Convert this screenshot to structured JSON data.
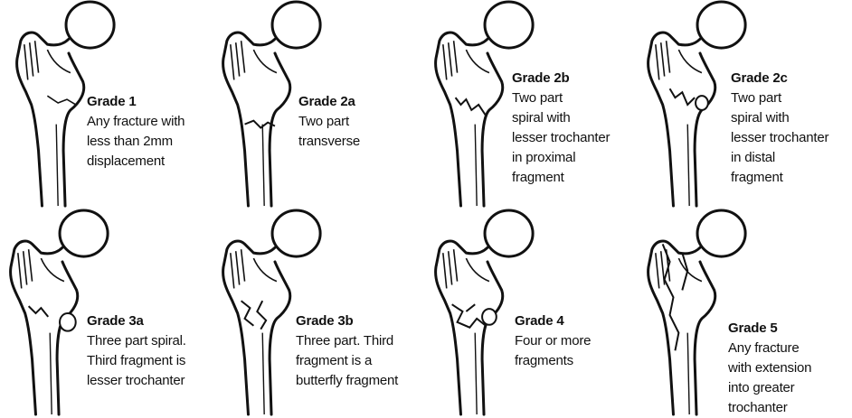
{
  "panels": [
    {
      "grade": "Grade 1",
      "description": "Any fracture with\nless than 2mm\ndisplacement"
    },
    {
      "grade": "Grade 2a",
      "description": "Two part\ntransverse"
    },
    {
      "grade": "Grade 2b",
      "description": "Two part\nspiral with\nlesser trochanter\nin proximal\nfragment"
    },
    {
      "grade": "Grade 2c",
      "description": "Two part\nspiral with\nlesser trochanter\nin distal\nfragment"
    },
    {
      "grade": "Grade 3a",
      "description": "Three part spiral.\nThird fragment is\nlesser trochanter"
    },
    {
      "grade": "Grade 3b",
      "description": "Three part. Third\nfragment is a\nbutterfly fragment"
    },
    {
      "grade": "Grade 4",
      "description": "Four or more\nfragments"
    },
    {
      "grade": "Grade 5",
      "description": "Any fracture\nwith extension\ninto greater\ntrochanter"
    }
  ]
}
